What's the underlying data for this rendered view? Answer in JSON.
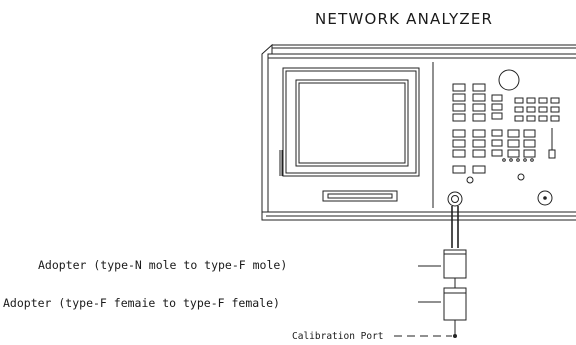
{
  "title": "NETWORK ANALYZER",
  "labels": {
    "adapter_1": "Adopter (type-N mole to type-F mole)",
    "adapter_2": "Adopter (type-F femaie to type-F female)",
    "calibration_port": "Calibration Port"
  }
}
